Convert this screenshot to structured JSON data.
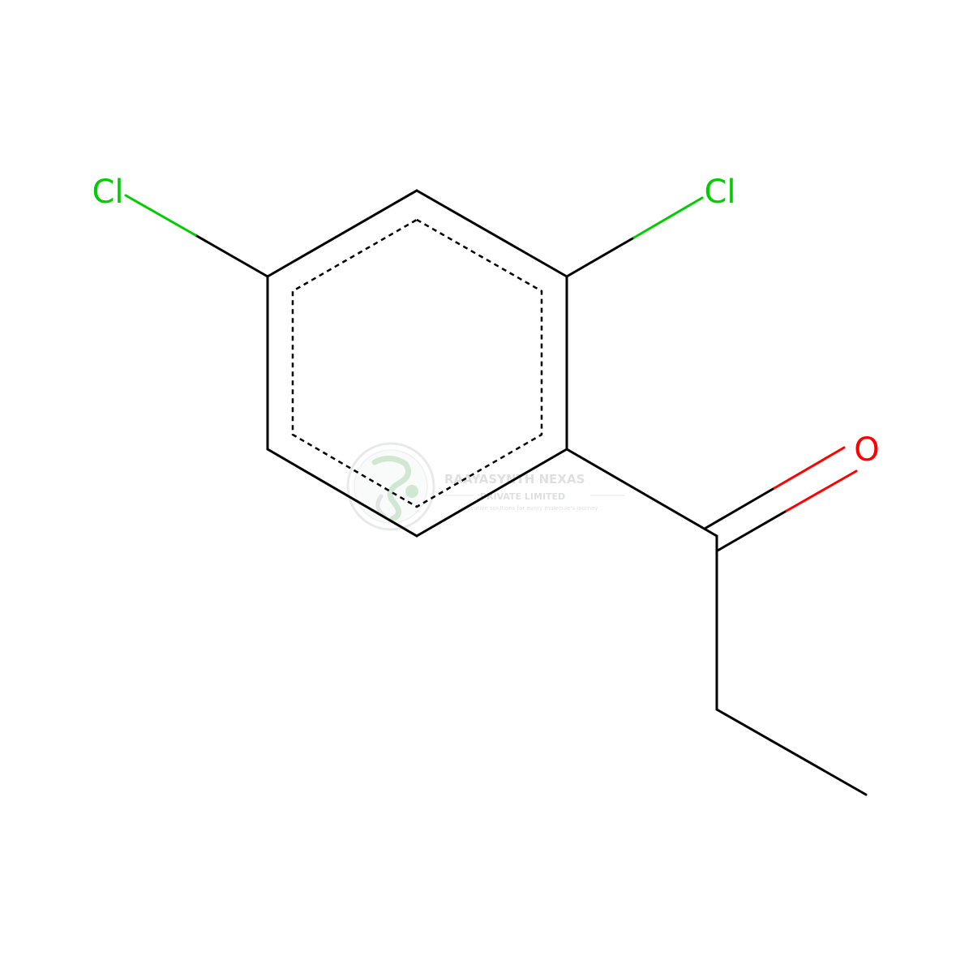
{
  "molecule": {
    "atoms": {
      "cl_left": "Cl",
      "cl_right": "Cl",
      "oxygen": "O"
    },
    "colors": {
      "bond": "#000000",
      "chlorine": "#00cc00",
      "oxygen": "#ff0000"
    }
  },
  "watermark": {
    "company": "RAAYASYNTH NEXAS",
    "subtitle": "PRIVATE LIMITED",
    "tagline": "Innovative solutions for every molecule's journey"
  }
}
